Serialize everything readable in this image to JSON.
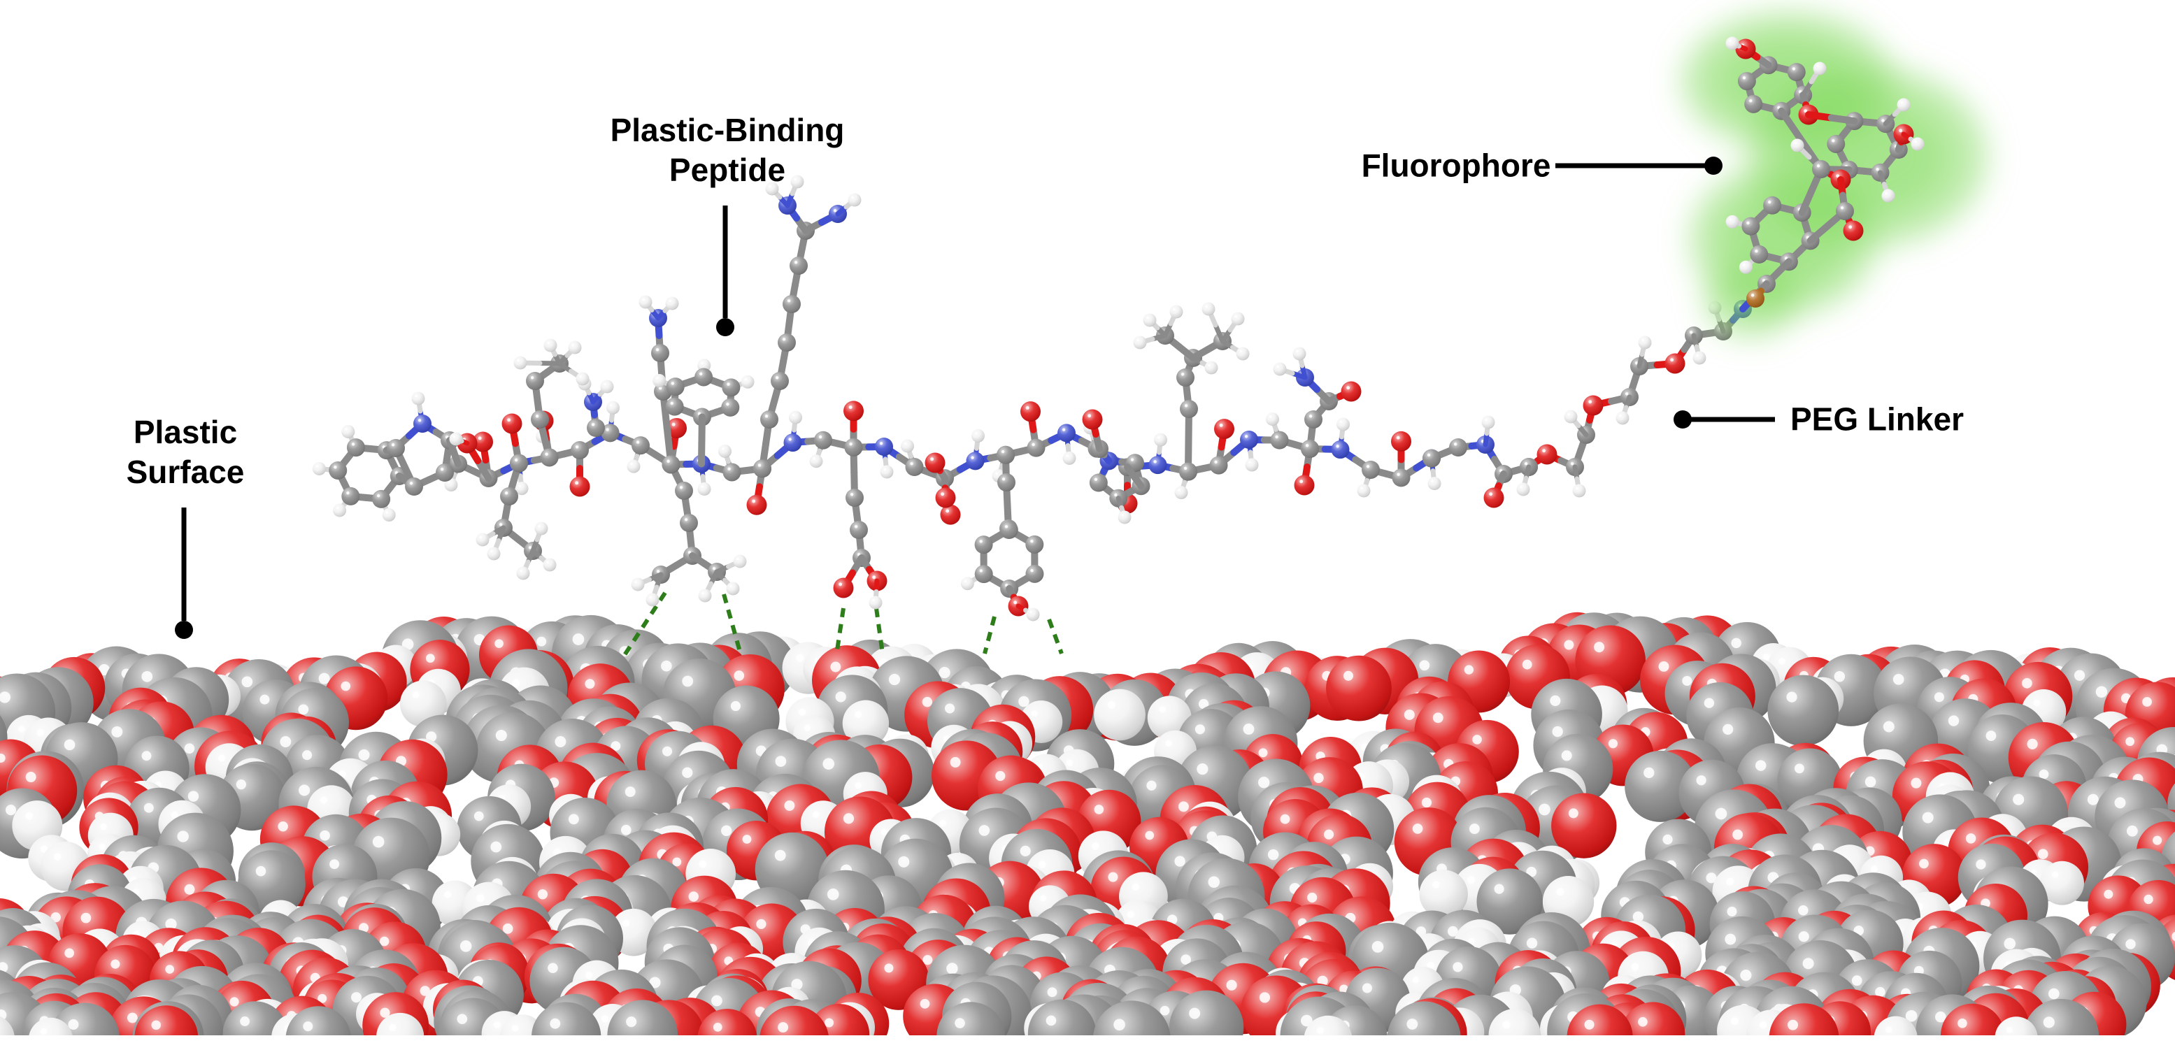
{
  "labels": {
    "plastic_binding_peptide": {
      "line1": "Plastic-Binding",
      "line2": "Peptide"
    },
    "fluorophore": {
      "text": "Fluorophore"
    },
    "peg_linker": {
      "text": "PEG Linker"
    },
    "plastic_surface": {
      "line1": "Plastic",
      "line2": "Surface"
    }
  },
  "palette": {
    "background": "#ffffff",
    "callout": "#000000",
    "carbon": "#8d8d8d",
    "oxygen": "#e01717",
    "nitrogen": "#4050d0",
    "hydrogen": "#f2f2f2",
    "sulfur": "#b06a1e",
    "fluorophore_glow": "#7fd959",
    "contact_dash": "#2e7d1b"
  }
}
